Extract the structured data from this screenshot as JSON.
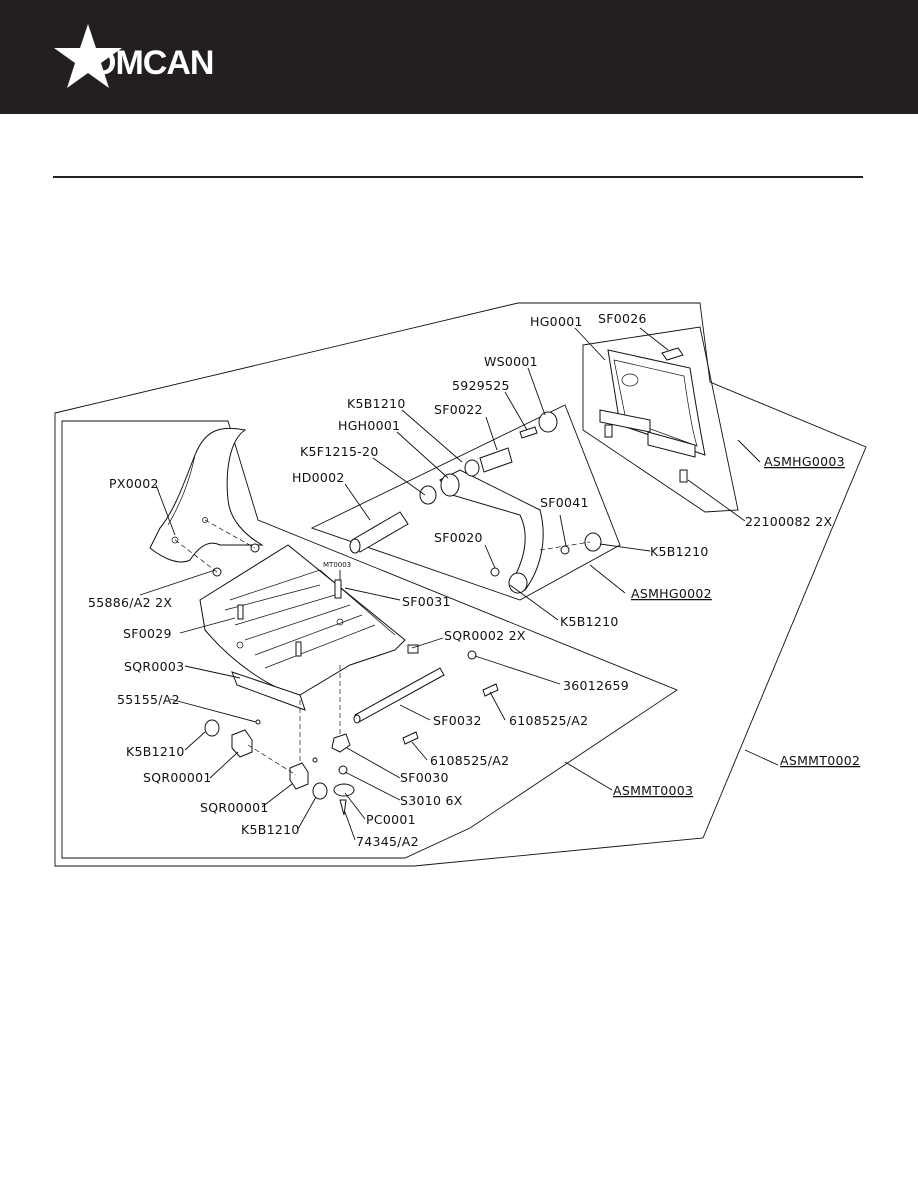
{
  "brand": {
    "logo_text": "OMCAN",
    "header_color": "#231f20"
  },
  "diagram": {
    "assemblies": {
      "asmmt0002": "ASMMT0002",
      "asmmt0003": "ASMMT0003",
      "asmhg0002": "ASMHG0002",
      "asmhg0003": "ASMHG0003"
    },
    "labels": {
      "hg0001": "HG0001",
      "sf0026": "SF0026",
      "ws0001": "WS0001",
      "p5929525": "5929525",
      "k5b1210_a": "K5B1210",
      "sf0022": "SF0022",
      "hgh0001": "HGH0001",
      "k5f1215": "K5F1215-20",
      "hd0002": "HD0002",
      "px0002": "PX0002",
      "sf0041": "SF0041",
      "k5b1210_b": "K5B1210",
      "sf0020": "SF0020",
      "p22100082": "22100082 2X",
      "mt0003": "MT0003",
      "sf0031": "SF0031",
      "p55886": "55886/A2 2X",
      "k5b1210_c": "K5B1210",
      "sf0029": "SF0029",
      "sqr0002": "SQR0002 2X",
      "sqr0003": "SQR0003",
      "p36012659": "36012659",
      "p55155": "55155/A2",
      "sf0032": "SF0032",
      "p6108525_a": "6108525/A2",
      "k5b1210_d": "K5B1210",
      "sqr00001_a": "SQR00001",
      "p6108525_b": "6108525/A2",
      "sf0030": "SF0030",
      "s3010": "S3010 6X",
      "sqr00001_b": "SQR00001",
      "pc0001": "PC0001",
      "k5b1210_e": "K5B1210",
      "p74345": "74345/A2"
    }
  }
}
